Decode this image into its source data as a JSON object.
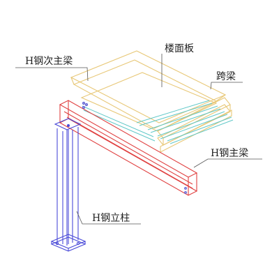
{
  "diagram": {
    "labels": {
      "secondary_beam": "H钢次主梁",
      "floor_slab": "楼面板",
      "span_beam": "跨梁",
      "main_beam": "H钢主梁",
      "column": "H钢立柱"
    },
    "colors": {
      "slab_outline": "#e8c878",
      "main_beam": "#e04040",
      "span_beam": "#60c8c8",
      "column": "#4a4ad8",
      "leader": "#555555",
      "label_text": "#222222"
    }
  }
}
